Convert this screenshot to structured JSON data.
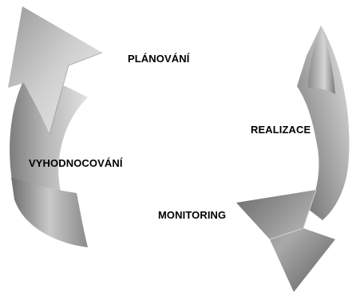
{
  "diagram": {
    "labels": {
      "planning": "PLÁNOVÁNÍ",
      "realization": "REALIZACE",
      "evaluation": "VYHODNOCOVÁNÍ",
      "monitoring": "MONITORING"
    },
    "colors": {
      "arrow_light": "#d4d4d4",
      "arrow_mid": "#9a9a9a",
      "arrow_dark": "#6a6a6a",
      "text": "#000000"
    }
  }
}
